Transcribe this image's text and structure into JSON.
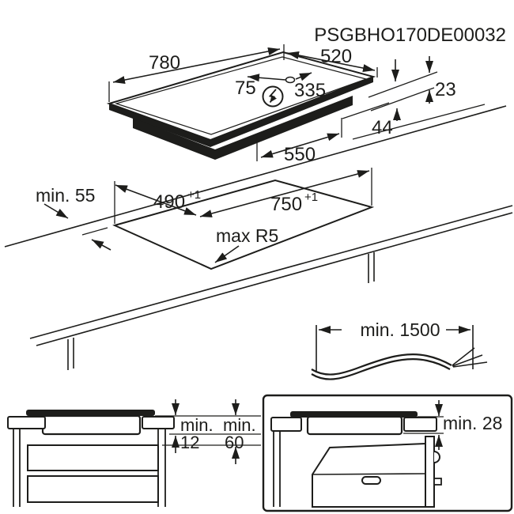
{
  "ink": "#1d1d1b",
  "document": {
    "code": "PSGBHO170DE00032"
  },
  "hob_view": {
    "width": "780",
    "depth": "520",
    "connection_offset_left": "75",
    "connection_offset_right": "335",
    "height_above_worktop": "23",
    "height_below_worktop": "44",
    "body_width": "550"
  },
  "cutout_view": {
    "back_clearance": "min. 55",
    "cutout_depth": "490",
    "cutout_depth_tolerance": "+1",
    "cutout_width": "750",
    "cutout_width_tolerance": "+1",
    "corner_radius": "max R5"
  },
  "cable_view": {
    "cable_length": "min. 1500"
  },
  "drawer_view": {
    "hob_to_drawer_label": "min.",
    "hob_to_drawer_value": "12",
    "hob_to_cabinet_label": "min.",
    "hob_to_cabinet_value": "60"
  },
  "oven_view": {
    "hob_to_oven_clearance": "min. 28"
  }
}
